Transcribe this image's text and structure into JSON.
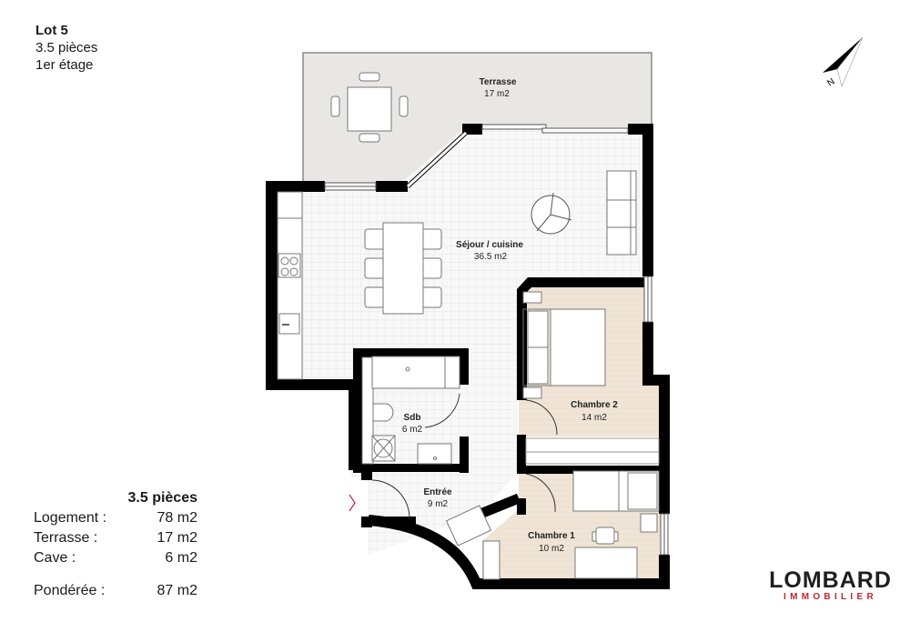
{
  "header": {
    "lot": "Lot 5",
    "rooms": "3.5 pièces",
    "floor": "1er étage"
  },
  "summary": {
    "title": "3.5 pièces",
    "rows": [
      {
        "label": "Logement :",
        "value": "78 m2"
      },
      {
        "label": "Terrasse :",
        "value": "17 m2"
      },
      {
        "label": "Cave :",
        "value": "6 m2"
      }
    ],
    "weighted": {
      "label": "Pondérée :",
      "value": "87 m2"
    }
  },
  "plan": {
    "rooms": [
      {
        "name": "Terrasse",
        "area": "17 m2"
      },
      {
        "name": "Séjour / cuisine",
        "area": "36.5 m2"
      },
      {
        "name": "Chambre 2",
        "area": "14 m2"
      },
      {
        "name": "Sdb",
        "area": "6 m2"
      },
      {
        "name": "Entrée",
        "area": "9 m2"
      },
      {
        "name": "Chambre 1",
        "area": "10 m2"
      }
    ],
    "colors": {
      "wall": "#000000",
      "terrace": "#e9e7e4",
      "tile_bg": "#f8f8f8",
      "tile_line": "#e2e2e2",
      "wood": "#efe4d5",
      "entrance_marker": "#c0262f"
    }
  },
  "compass": {
    "label": "N"
  },
  "logo": {
    "brand": "LOMBARD",
    "sub": "IMMOBILIER"
  }
}
